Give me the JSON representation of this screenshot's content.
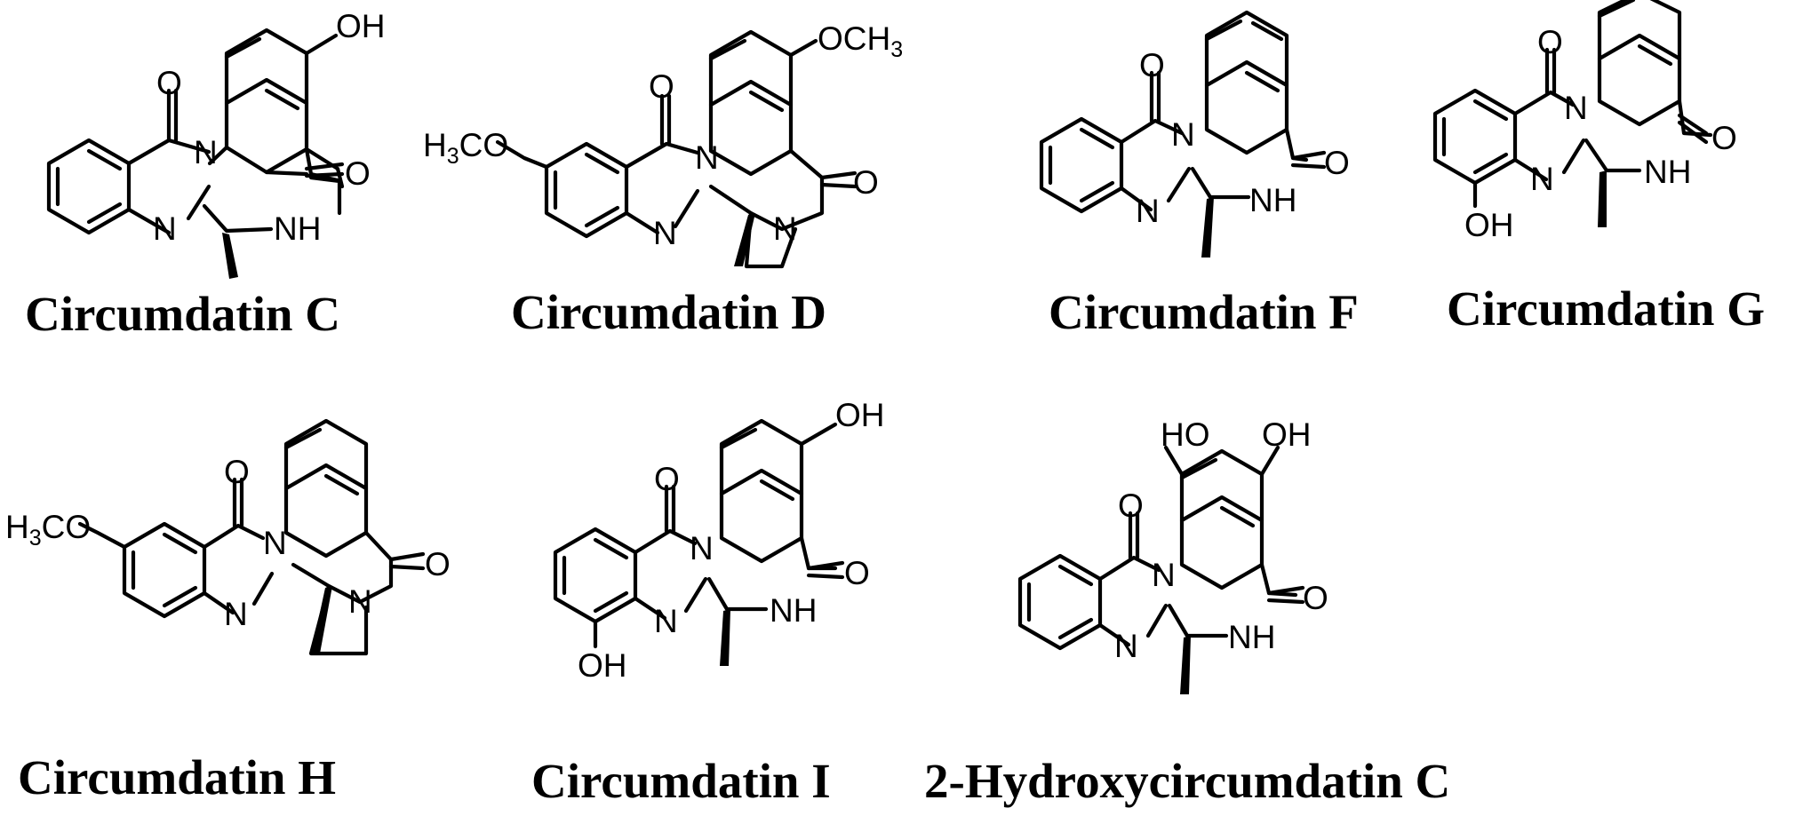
{
  "compounds": [
    {
      "id": "c",
      "name": "Circumdatin C",
      "labels": {
        "o1": "O",
        "o2": "O",
        "n1": "N",
        "n2": "N",
        "nh": "NH",
        "oh": "OH"
      }
    },
    {
      "id": "d",
      "name": "Circumdatin D",
      "labels": {
        "o1": "O",
        "o2": "O",
        "n1": "N",
        "n2": "N",
        "n3": "N",
        "ome_left": "H",
        "ome_left_sub": "3",
        "ome_left_tail": "CO",
        "ome_right": "OCH",
        "ome_right_sub": "3"
      }
    },
    {
      "id": "f",
      "name": "Circumdatin F",
      "labels": {
        "o1": "O",
        "o2": "O",
        "n1": "N",
        "n2": "N",
        "nh": "NH"
      }
    },
    {
      "id": "g",
      "name": "Circumdatin G",
      "labels": {
        "o1": "O",
        "o2": "O",
        "n1": "N",
        "n2": "N",
        "nh": "NH",
        "oh": "OH"
      }
    },
    {
      "id": "h",
      "name": "Circumdatin H",
      "labels": {
        "o1": "O",
        "o2": "O",
        "n1": "N",
        "n2": "N",
        "n3": "N",
        "ome_left": "H",
        "ome_left_sub": "3",
        "ome_left_tail": "CO"
      }
    },
    {
      "id": "i",
      "name": "Circumdatin I",
      "labels": {
        "o1": "O",
        "o2": "O",
        "n1": "N",
        "n2": "N",
        "nh": "NH",
        "oh1": "OH",
        "oh2": "OH"
      }
    },
    {
      "id": "hc",
      "name": "2-Hydroxycircumdatin C",
      "labels": {
        "o1": "O",
        "o2": "O",
        "n1": "N",
        "n2": "N",
        "nh": "NH",
        "oh1": "HO",
        "oh2": "OH"
      }
    }
  ]
}
